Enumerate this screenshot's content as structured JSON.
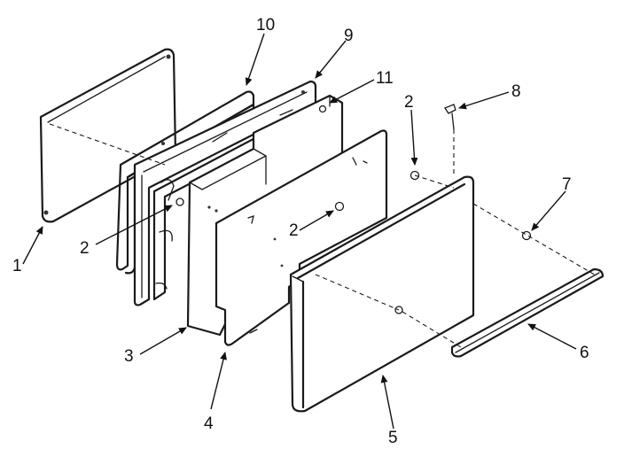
{
  "diagram": {
    "callouts": [
      {
        "id": "c1",
        "text": "1"
      },
      {
        "id": "c10",
        "text": "10"
      },
      {
        "id": "c9",
        "text": "9"
      },
      {
        "id": "c11",
        "text": "11"
      },
      {
        "id": "c2a",
        "text": "2"
      },
      {
        "id": "c8",
        "text": "8"
      },
      {
        "id": "c7",
        "text": "7"
      },
      {
        "id": "c2b",
        "text": "2"
      },
      {
        "id": "c2c",
        "text": "2"
      },
      {
        "id": "c3",
        "text": "3"
      },
      {
        "id": "c4",
        "text": "4"
      },
      {
        "id": "c5",
        "text": "5"
      },
      {
        "id": "c6",
        "text": "6"
      }
    ]
  }
}
